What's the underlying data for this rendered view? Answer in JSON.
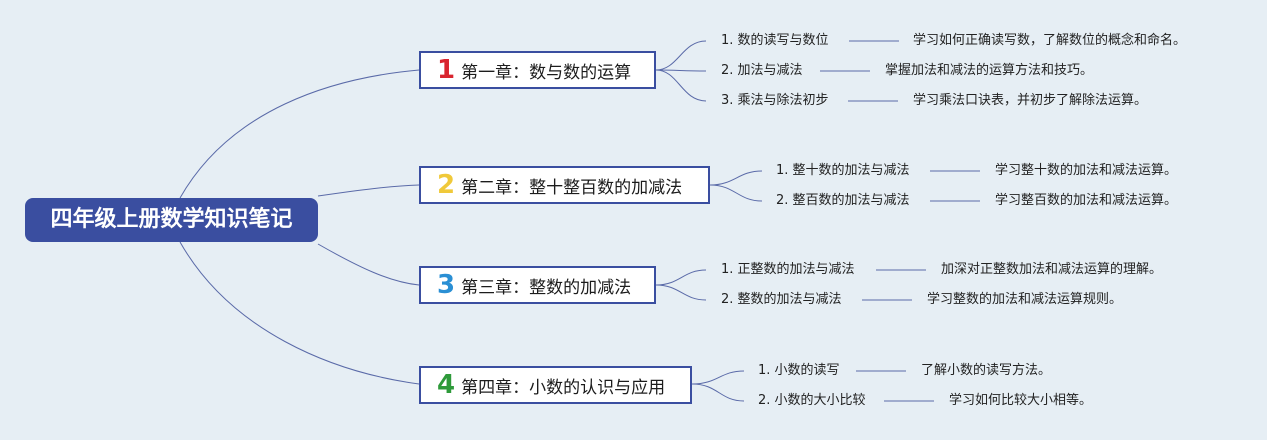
{
  "root": {
    "title": "四年级上册数学知识笔记"
  },
  "colors": {
    "root_bg": "#3a4ea0",
    "connector": "#5a6aa8",
    "num1": "#d9252f",
    "num2": "#f0c93a",
    "num3": "#2a8fd4",
    "num4": "#2e9a3a"
  },
  "chapters": [
    {
      "number": "1",
      "title": "第一章：数与数的运算",
      "topics": [
        {
          "label": "1. 数的读写与数位",
          "desc": "学习如何正确读写数，了解数位的概念和命名。"
        },
        {
          "label": "2. 加法与减法",
          "desc": "掌握加法和减法的运算方法和技巧。"
        },
        {
          "label": "3. 乘法与除法初步",
          "desc": "学习乘法口诀表，并初步了解除法运算。"
        }
      ]
    },
    {
      "number": "2",
      "title": "第二章：整十整百数的加减法",
      "topics": [
        {
          "label": "1. 整十数的加法与减法",
          "desc": "学习整十数的加法和减法运算。"
        },
        {
          "label": "2. 整百数的加法与减法",
          "desc": "学习整百数的加法和减法运算。"
        }
      ]
    },
    {
      "number": "3",
      "title": "第三章：整数的加减法",
      "topics": [
        {
          "label": "1. 正整数的加法与减法",
          "desc": "加深对正整数加法和减法运算的理解。"
        },
        {
          "label": "2. 整数的加法与减法",
          "desc": "学习整数的加法和减法运算规则。"
        }
      ]
    },
    {
      "number": "4",
      "title": "第四章：小数的认识与应用",
      "topics": [
        {
          "label": "1. 小数的读写",
          "desc": "了解小数的读写方法。"
        },
        {
          "label": "2. 小数的大小比较",
          "desc": "学习如何比较大小相等。"
        }
      ]
    }
  ]
}
